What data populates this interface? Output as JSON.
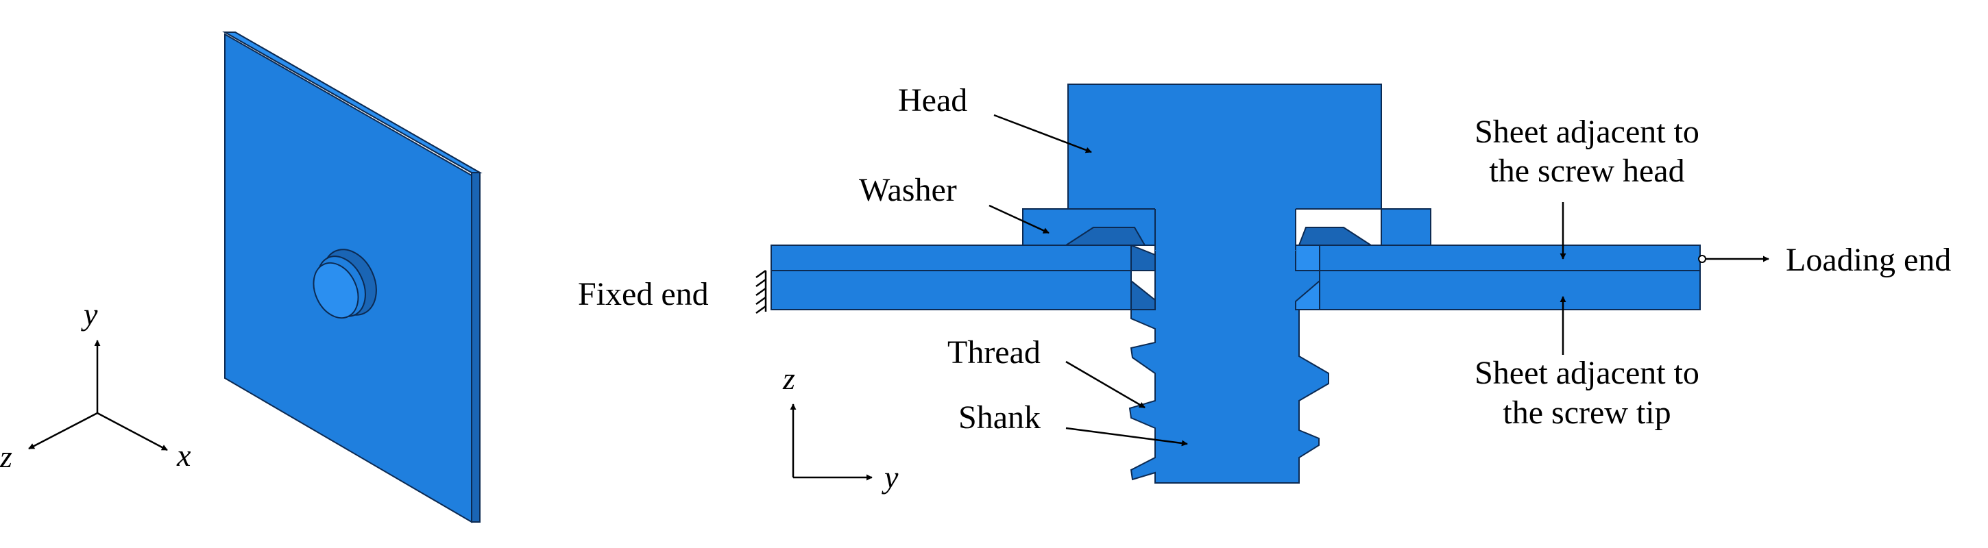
{
  "labels": {
    "head": "Head",
    "washer": "Washer",
    "fixed_end": "Fixed end",
    "thread": "Thread",
    "shank": "Shank",
    "sheet_head_line1": "Sheet adjacent to",
    "sheet_head_line2": "the screw head",
    "sheet_tip_line1": "Sheet adjacent to",
    "sheet_tip_line2": "the screw tip",
    "loading_end": "Loading end"
  },
  "axes_iso": {
    "y": "y",
    "z": "z",
    "x": "x"
  },
  "axes_section": {
    "z": "z",
    "y": "y"
  },
  "colors": {
    "steel_blue": "#1f7fde",
    "edge": "#0c2a52"
  }
}
